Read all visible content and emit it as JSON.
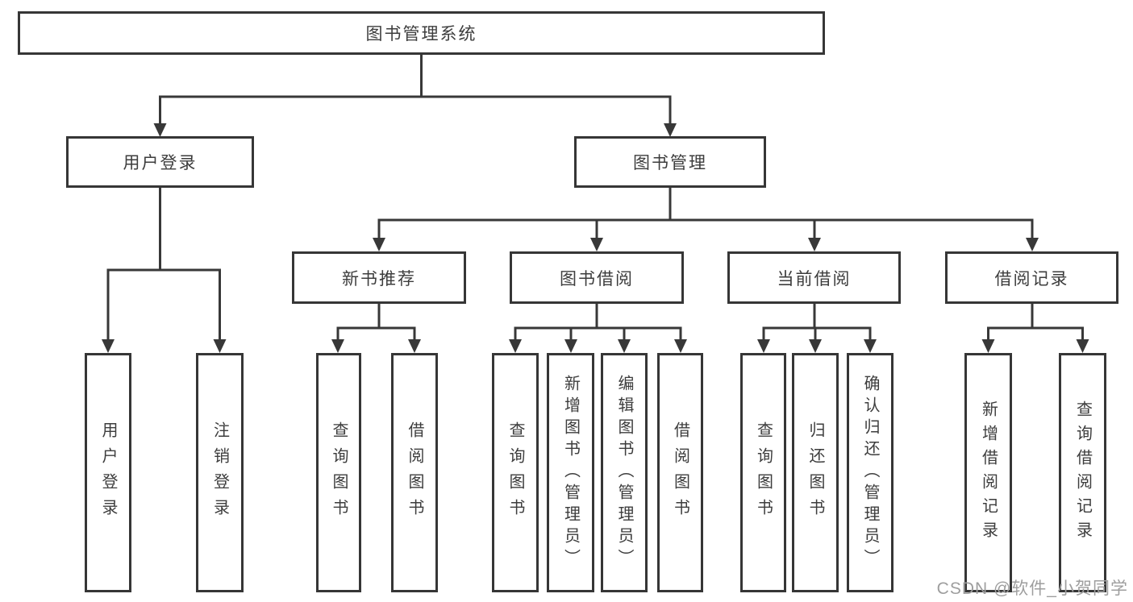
{
  "tree": {
    "label": "图书管理系统",
    "children": [
      {
        "label": "用户登录",
        "children": [
          {
            "label": "用户登录"
          },
          {
            "label": "注销登录"
          }
        ]
      },
      {
        "label": "图书管理",
        "children": [
          {
            "label": "新书推荐",
            "children": [
              {
                "label": "查询图书"
              },
              {
                "label": "借阅图书"
              }
            ]
          },
          {
            "label": "图书借阅",
            "children": [
              {
                "label": "查询图书"
              },
              {
                "label": "新增图书（管理员）"
              },
              {
                "label": "编辑图书（管理员）"
              },
              {
                "label": "借阅图书"
              }
            ]
          },
          {
            "label": "当前借阅",
            "children": [
              {
                "label": "查询图书"
              },
              {
                "label": "归还图书"
              },
              {
                "label": "确认归还（管理员）"
              }
            ]
          },
          {
            "label": "借阅记录",
            "children": [
              {
                "label": "新增借阅记录"
              },
              {
                "label": "查询借阅记录"
              }
            ]
          }
        ]
      }
    ]
  },
  "watermark": {
    "text": "CSDN @软件_小贺同学"
  }
}
